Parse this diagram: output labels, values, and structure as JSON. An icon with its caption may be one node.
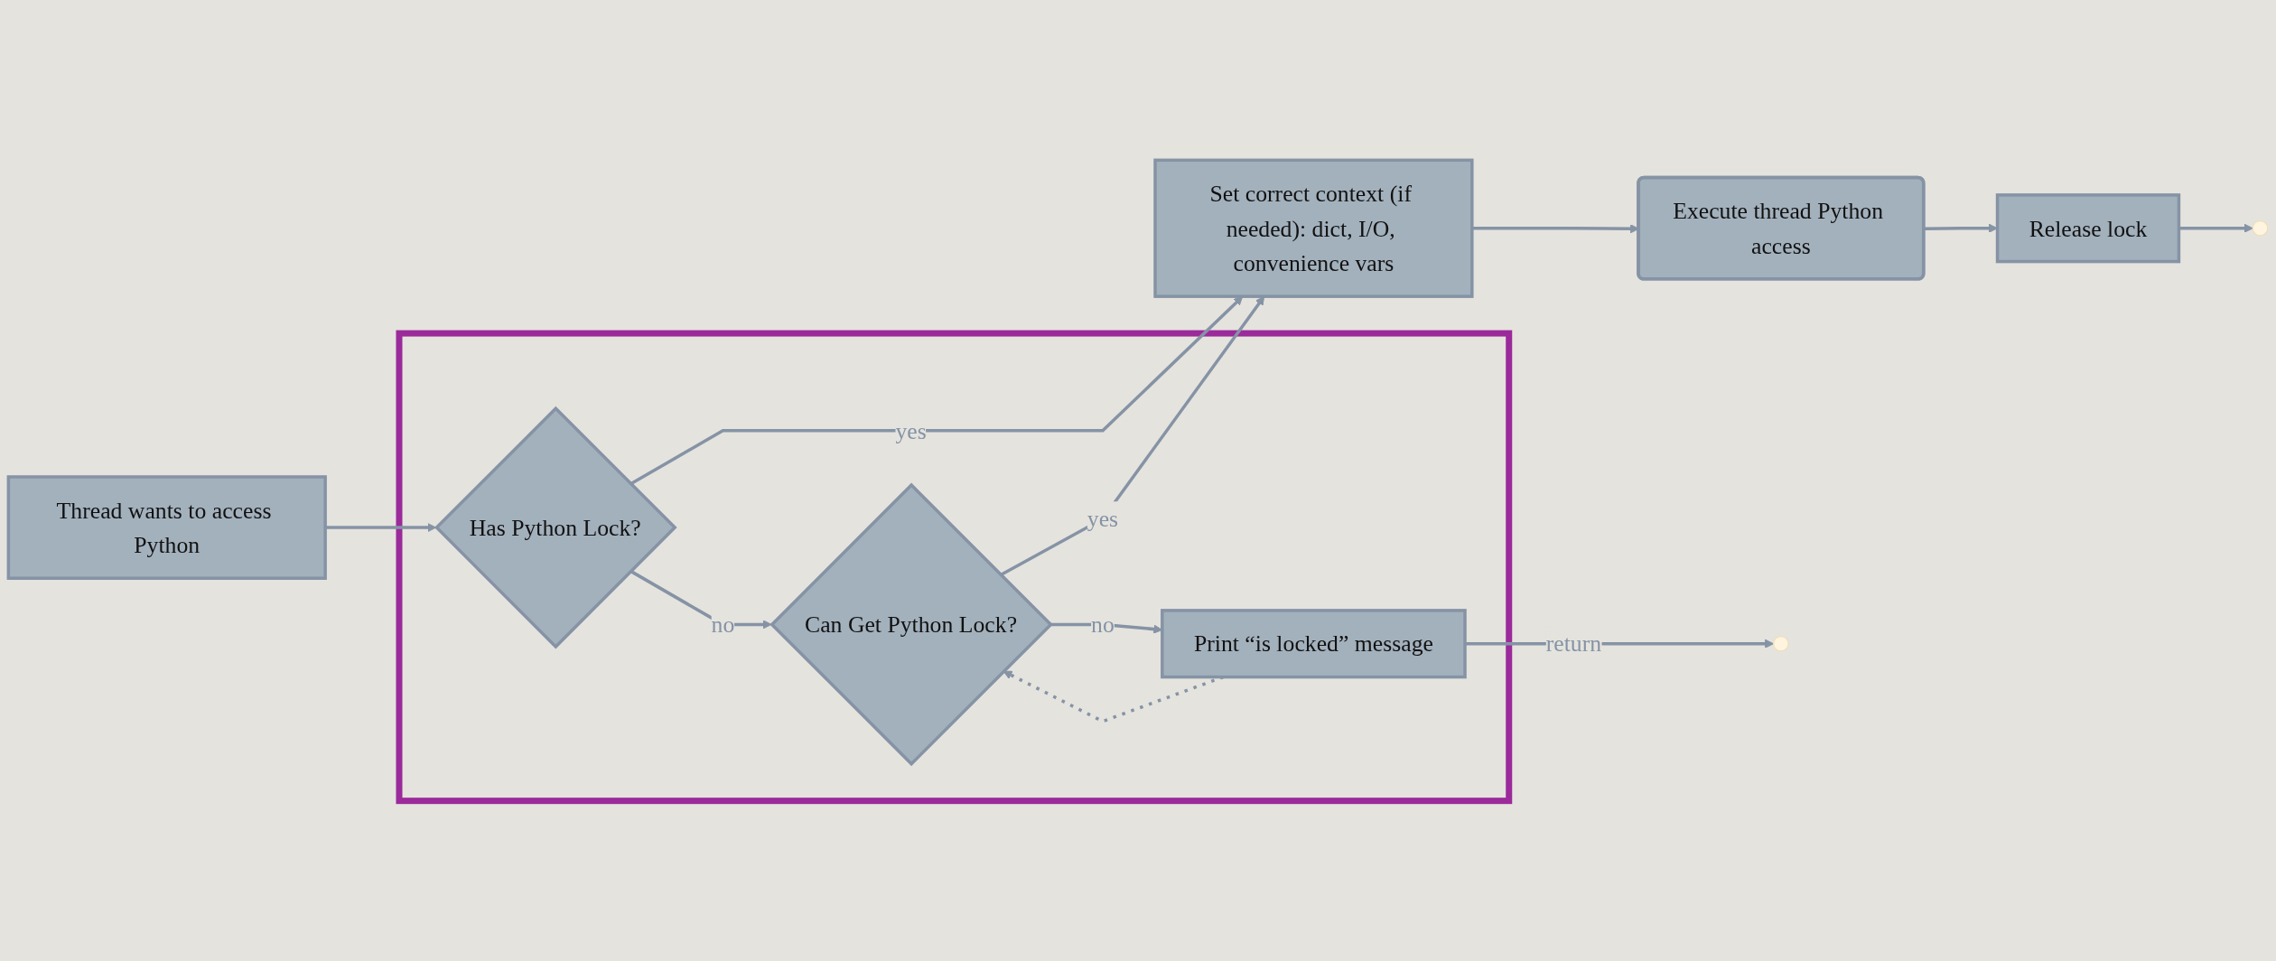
{
  "diagram": {
    "nodes": [
      {
        "text": [
          "Thread wants to access Python"
        ]
      },
      {
        "text": [],
        "shape": "box"
      },
      {
        "text": [
          "Has Python Lock?"
        ],
        "in": 1
      },
      {
        "text": [
          "Can Get Python Lock?"
        ],
        "in": 1
      },
      {
        "text": [
          "Print “is locked” message"
        ],
        "in": 1
      },
      {
        "text": [
          "Set correct context (if needed): dict, I/O, convenience vars"
        ]
      },
      {
        "text": [
          "Execute thread Python access"
        ]
      },
      {
        "text": [
          "Release lock"
        ]
      }
    ],
    "edges": [
      {
        "from": 0,
        "to": 2,
        "arrow": "to"
      },
      {
        "from": 2,
        "to": 3,
        "label": "no",
        "arrow": "to"
      },
      {
        "from": 3,
        "to": 4,
        "label": "no",
        "arrow": "to"
      },
      {
        "from": 2,
        "to": 5,
        "label": "yes",
        "arrow": "to"
      },
      {
        "from": 3,
        "to": 5,
        "label": "yes",
        "arrow": "to"
      },
      {
        "from": 5,
        "to": 6,
        "arrow": "to"
      },
      {
        "from": 6,
        "to": 7,
        "arrow": "to"
      },
      {
        "from": 4,
        "to": null,
        "label": "return",
        "arrow": "to"
      },
      {
        "from": 7,
        "to": null,
        "arrow": "to"
      },
      {
        "from": 4,
        "to": 3,
        "arrow": "to",
        "style": "dashed"
      }
    ]
  }
}
